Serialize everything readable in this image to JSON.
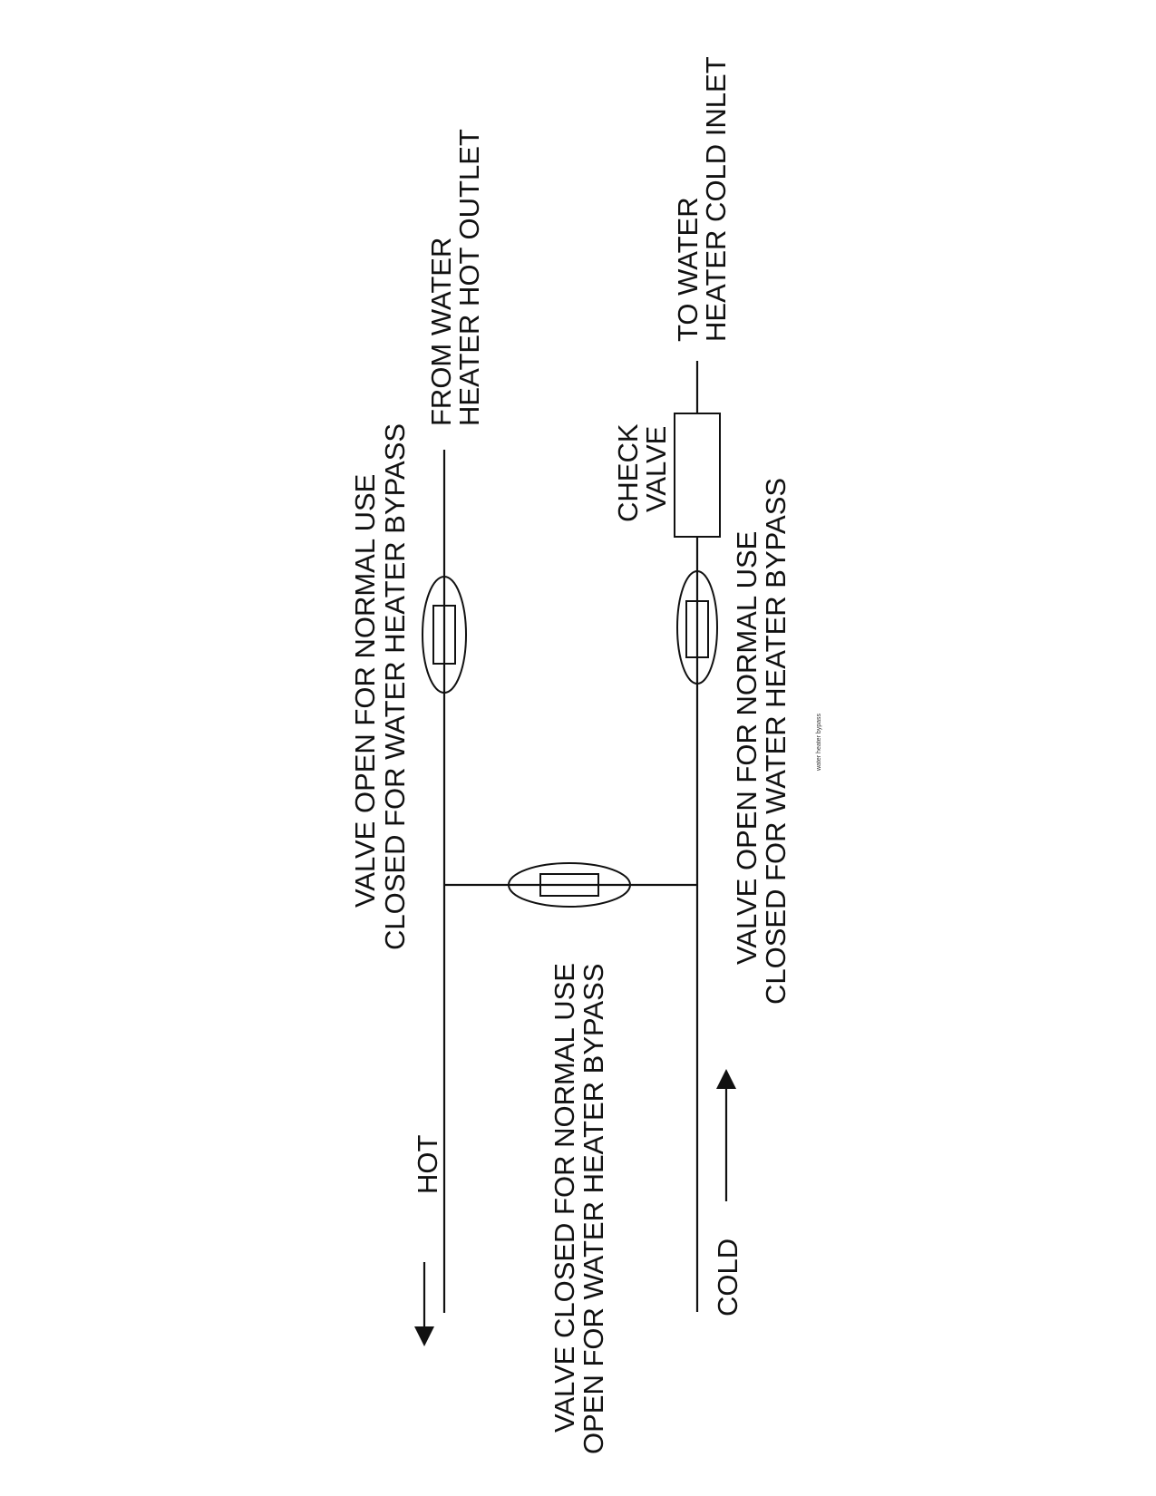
{
  "labels": {
    "hot": "HOT",
    "cold": "COLD",
    "from_heater_line1": "FROM WATER",
    "from_heater_line2": "HEATER HOT OUTLET",
    "to_heater_line1": "TO WATER",
    "to_heater_line2": "HEATER COLD INLET",
    "hot_valve_line1": "VALVE OPEN FOR NORMAL USE",
    "hot_valve_line2": "CLOSED FOR WATER HEATER BYPASS",
    "bypass_valve_line1": "VALVE CLOSED FOR NORMAL USE",
    "bypass_valve_line2": "OPEN FOR WATER HEATER BYPASS",
    "cold_valve_line1": "VALVE OPEN FOR NORMAL USE",
    "cold_valve_line2": "CLOSED FOR WATER HEATER BYPASS",
    "check_valve_line1": "CHECK",
    "check_valve_line2": "VALVE",
    "caption": "water heater bypass"
  },
  "colors": {
    "ink": "#111111",
    "background": "#ffffff"
  }
}
